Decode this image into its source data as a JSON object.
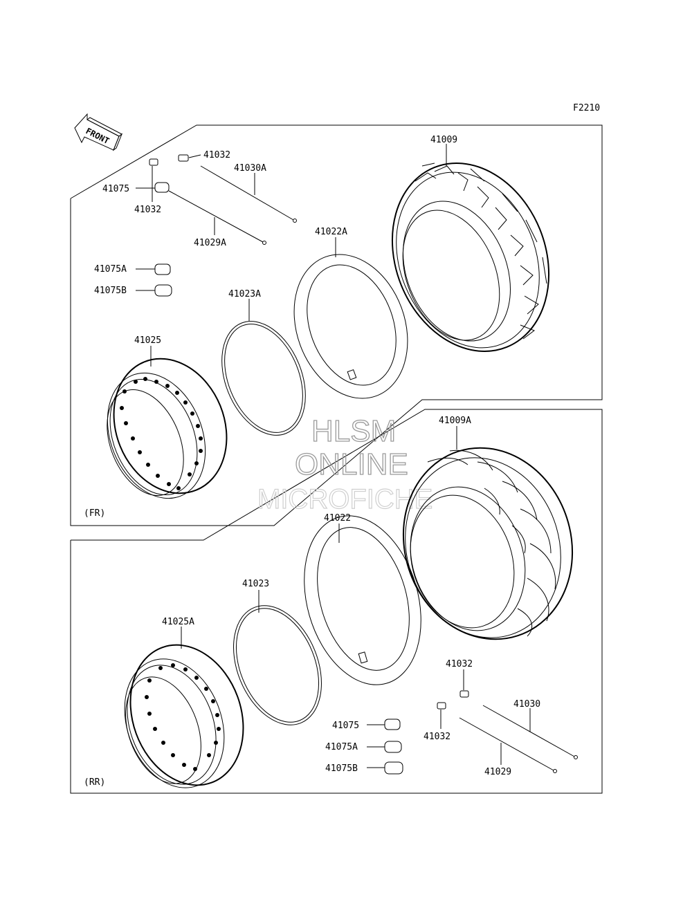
{
  "figure_code": "F2210",
  "front_arrow_label": "FRONT",
  "sections": {
    "front": {
      "label": "(FR)"
    },
    "rear": {
      "label": "(RR)"
    }
  },
  "watermark": {
    "line1": "HLSM",
    "line2": "ONLINE",
    "line3": "MICROFICHE"
  },
  "parts": {
    "p41009": "41009",
    "p41009A": "41009A",
    "p41022": "41022",
    "p41022A": "41022A",
    "p41023": "41023",
    "p41023A": "41023A",
    "p41025": "41025",
    "p41025A": "41025A",
    "p41029": "41029",
    "p41029A": "41029A",
    "p41030": "41030",
    "p41030A": "41030A",
    "p41032": "41032",
    "p41075": "41075",
    "p41075A": "41075A",
    "p41075B": "41075B"
  },
  "colors": {
    "line": "#000000",
    "watermark": "#9a9a9a",
    "background": "#ffffff"
  }
}
